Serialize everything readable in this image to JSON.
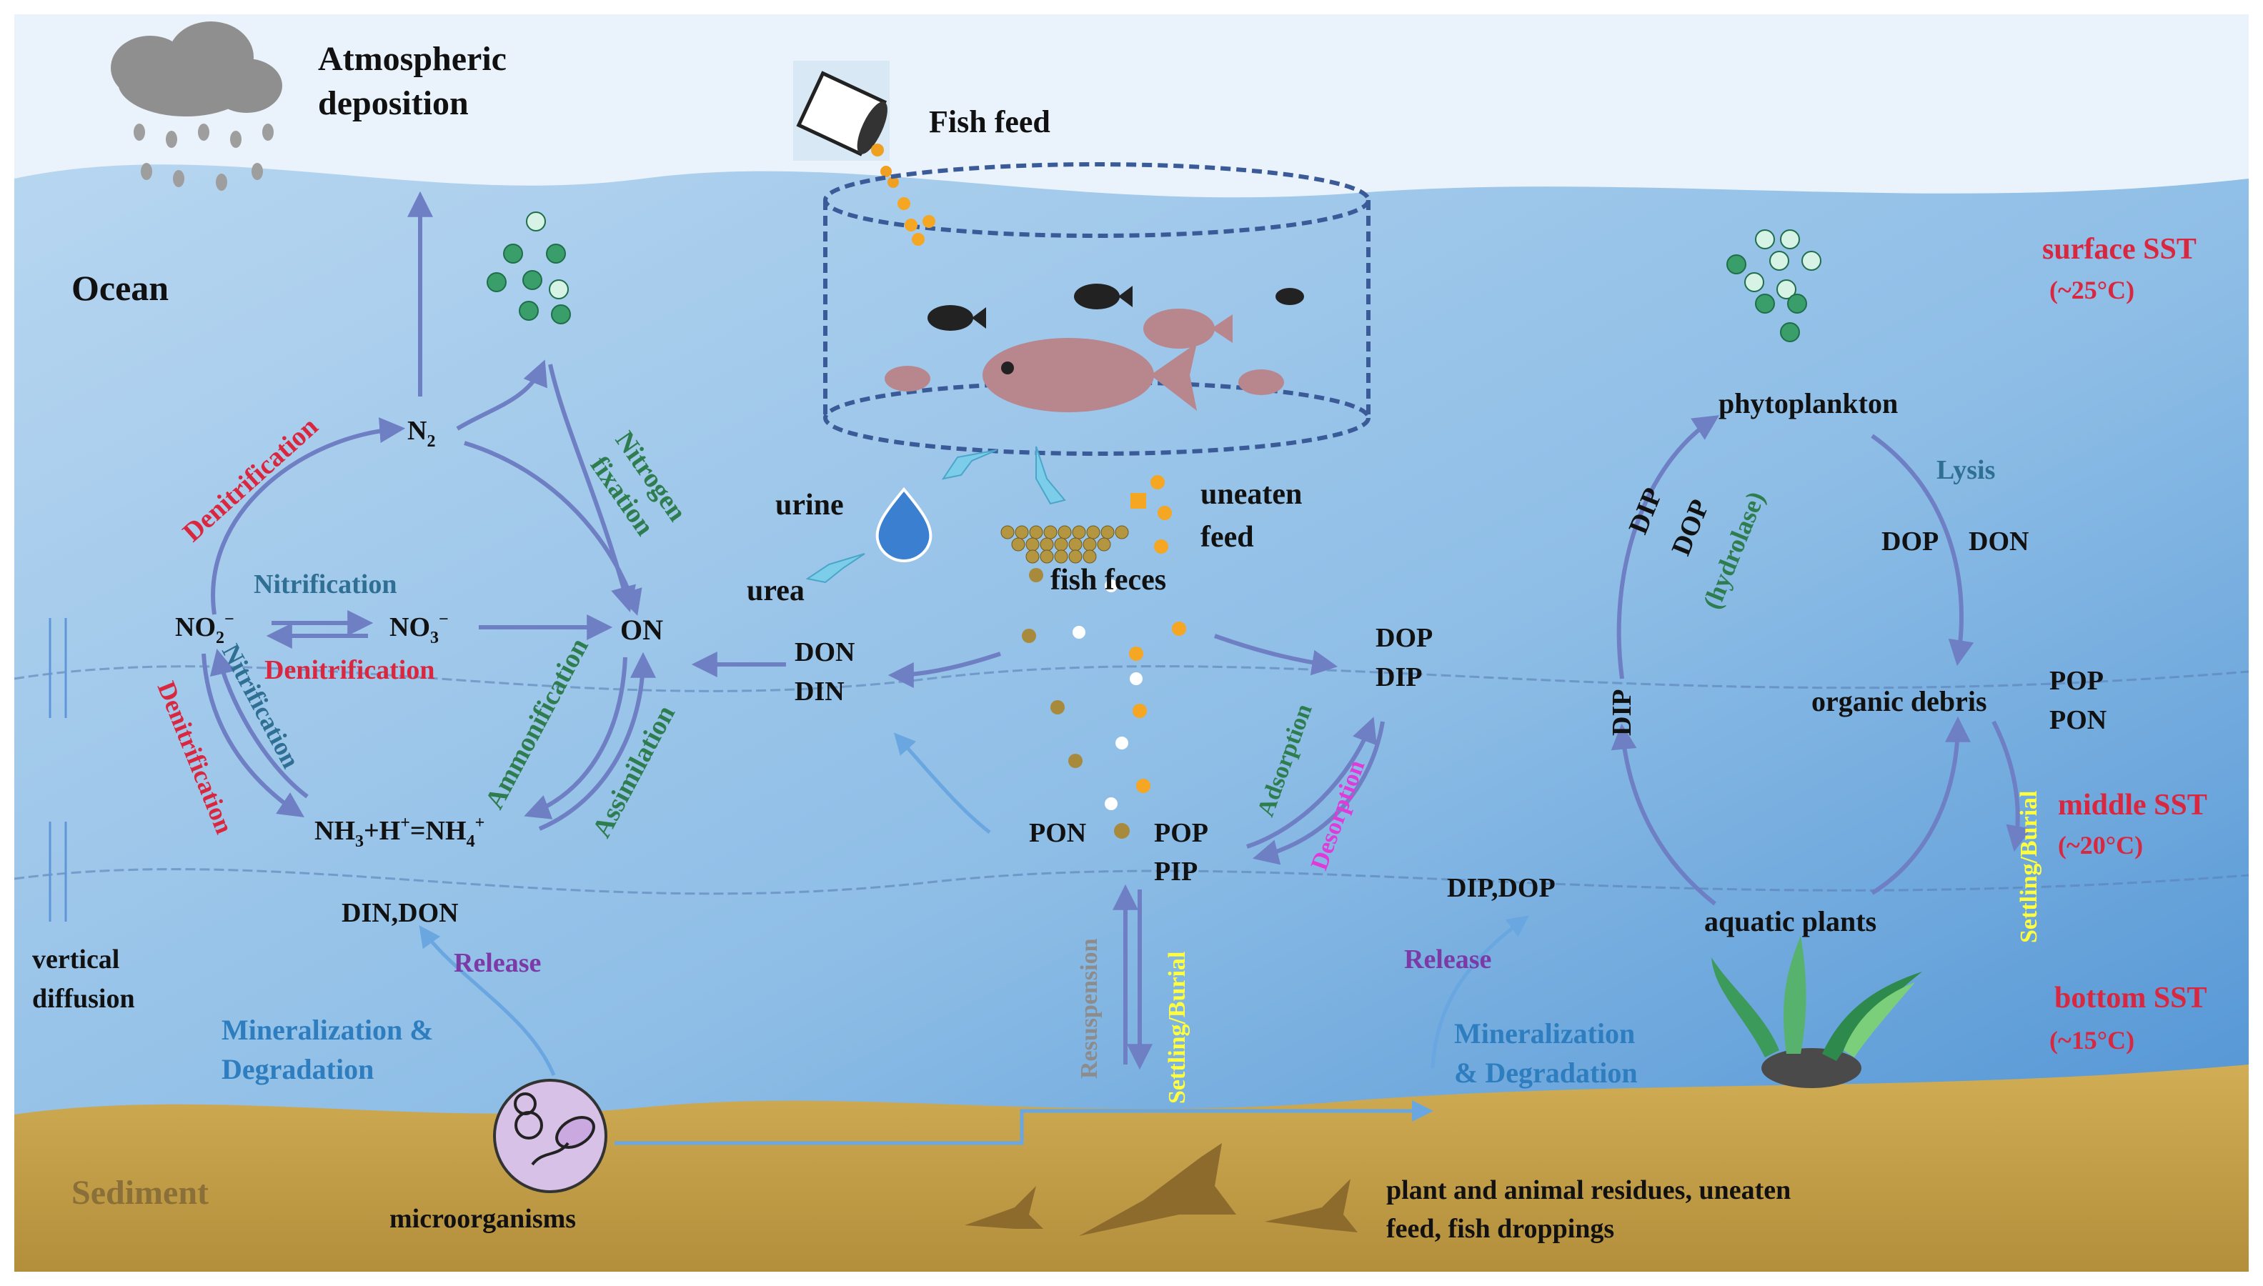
{
  "colors": {
    "sky": "#e9f2fb",
    "water_top": "#a9cdeb",
    "water_bottom": "#4f93d4",
    "sediment": "#c9a34e",
    "arrow": "#6f7fc4",
    "red_label": "#d9273f",
    "green_label": "#2e7d4f",
    "blue_label": "#2e7ebf",
    "teal_label": "#2e6f93",
    "purple_label": "#7b3aa6",
    "yellow_label": "#ffff3c",
    "magenta_label": "#e03ad8",
    "gray_label": "#8c8c8c",
    "dark_text": "#111111",
    "sediment_text": "#8a7038"
  },
  "labels": {
    "atmos1": "Atmospheric",
    "atmos2": "deposition",
    "ocean": "Ocean",
    "fish_feed": "Fish feed",
    "surface_sst": "surface SST",
    "surface_temp": "(~25°C)",
    "middle_sst": "middle SST",
    "middle_temp": "(~20°C)",
    "bottom_sst": "bottom SST",
    "bottom_temp": "(~15°C)",
    "n2": "N",
    "n2_sub": "2",
    "denitrification_top": "Denitrification",
    "nitrogen": "Nitrogen",
    "fixation": "fixation",
    "nitrification": "Nitrification",
    "no2": "NO",
    "no2_sub": "2",
    "no2_sup": "−",
    "no3": "NO",
    "no3_sub": "3",
    "no3_sup": "−",
    "on": "ON",
    "denitrification_mid": "Denitrification",
    "nitrification_diag": "Nitrification",
    "denitrification_left": "Denitrification",
    "ammonification": "Ammonification",
    "assimilation": "Assimilation",
    "nh3_a": "NH",
    "nh3_sub": "3",
    "nh3_b": "+H",
    "nh3_sup": "+",
    "nh3_c": "=NH",
    "nh4_sub": "4",
    "nh4_sup": "+",
    "din_don": "DIN,DON",
    "release_left": "Release",
    "mineral_left1": "Mineralization &",
    "mineral_left2": "Degradation",
    "vertical": "vertical",
    "diffusion": "diffusion",
    "microorganisms": "microorganisms",
    "sediment": "Sediment",
    "urine": "urine",
    "urea": "urea",
    "uneaten": "uneaten",
    "feed": "feed",
    "fish_feces": "fish feces",
    "don": "DON",
    "din": "DIN",
    "dop": "DOP",
    "dip": "DIP",
    "pon": "PON",
    "pop": "POP",
    "pip": "PIP",
    "adsorption": "Adsorption",
    "desorption": "Desorption",
    "resuspension": "Resuspension",
    "settling_mid": "Settling/Burial",
    "dip_dop": "DIP,DOP",
    "release_mid": "Release",
    "mineral_mid1": "Mineralization",
    "mineral_mid2": "& Degradation",
    "residues1": "plant and animal residues, uneaten",
    "residues2": "feed, fish droppings",
    "phytoplankton": "phytoplankton",
    "lysis": "Lysis",
    "dop_right": "DOP",
    "don_right": "DON",
    "dip_left_top": "DIP",
    "dop_hydro": "DOP",
    "hydrolase": "(hydrolase)",
    "organic_debris": "organic debris",
    "pop_right": "POP",
    "pon_right": "PON",
    "dip_left_bottom": "DIP",
    "settling_right": "Settling/Burial",
    "aquatic_plants": "aquatic plants"
  }
}
